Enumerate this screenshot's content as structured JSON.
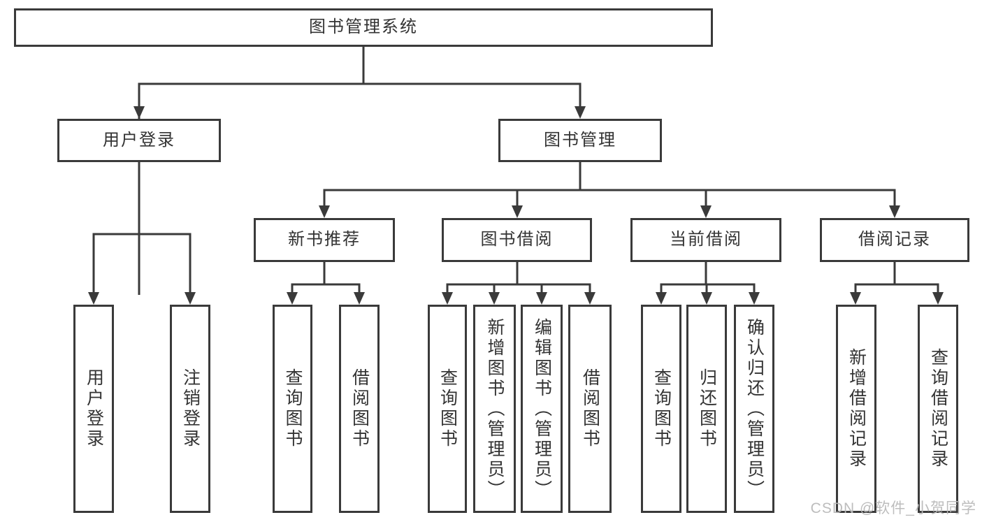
{
  "title": "图书管理系统",
  "tree": {
    "label": "图书管理系统",
    "children": [
      {
        "label": "用户登录",
        "children": [
          {
            "label": "用户登录"
          },
          {
            "label": "注销登录"
          }
        ]
      },
      {
        "label": "图书管理",
        "children": [
          {
            "label": "新书推荐",
            "children": [
              {
                "label": "查询图书"
              },
              {
                "label": "借阅图书"
              }
            ]
          },
          {
            "label": "图书借阅",
            "children": [
              {
                "label": "查询图书"
              },
              {
                "label": "新增图书（管理员）"
              },
              {
                "label": "编辑图书（管理员）"
              },
              {
                "label": "借阅图书"
              }
            ]
          },
          {
            "label": "当前借阅",
            "children": [
              {
                "label": "查询图书"
              },
              {
                "label": "归还图书"
              },
              {
                "label": "确认归还（管理员）"
              }
            ]
          },
          {
            "label": "借阅记录",
            "children": [
              {
                "label": "新增借阅记录"
              },
              {
                "label": "查询借阅记录"
              }
            ]
          }
        ]
      }
    ]
  },
  "watermark": "CSDN @软件_小贺同学",
  "colors": {
    "line": "#3a3a3a",
    "text": "#333333",
    "background": "#ffffff",
    "watermark": "#b9b9b9"
  }
}
